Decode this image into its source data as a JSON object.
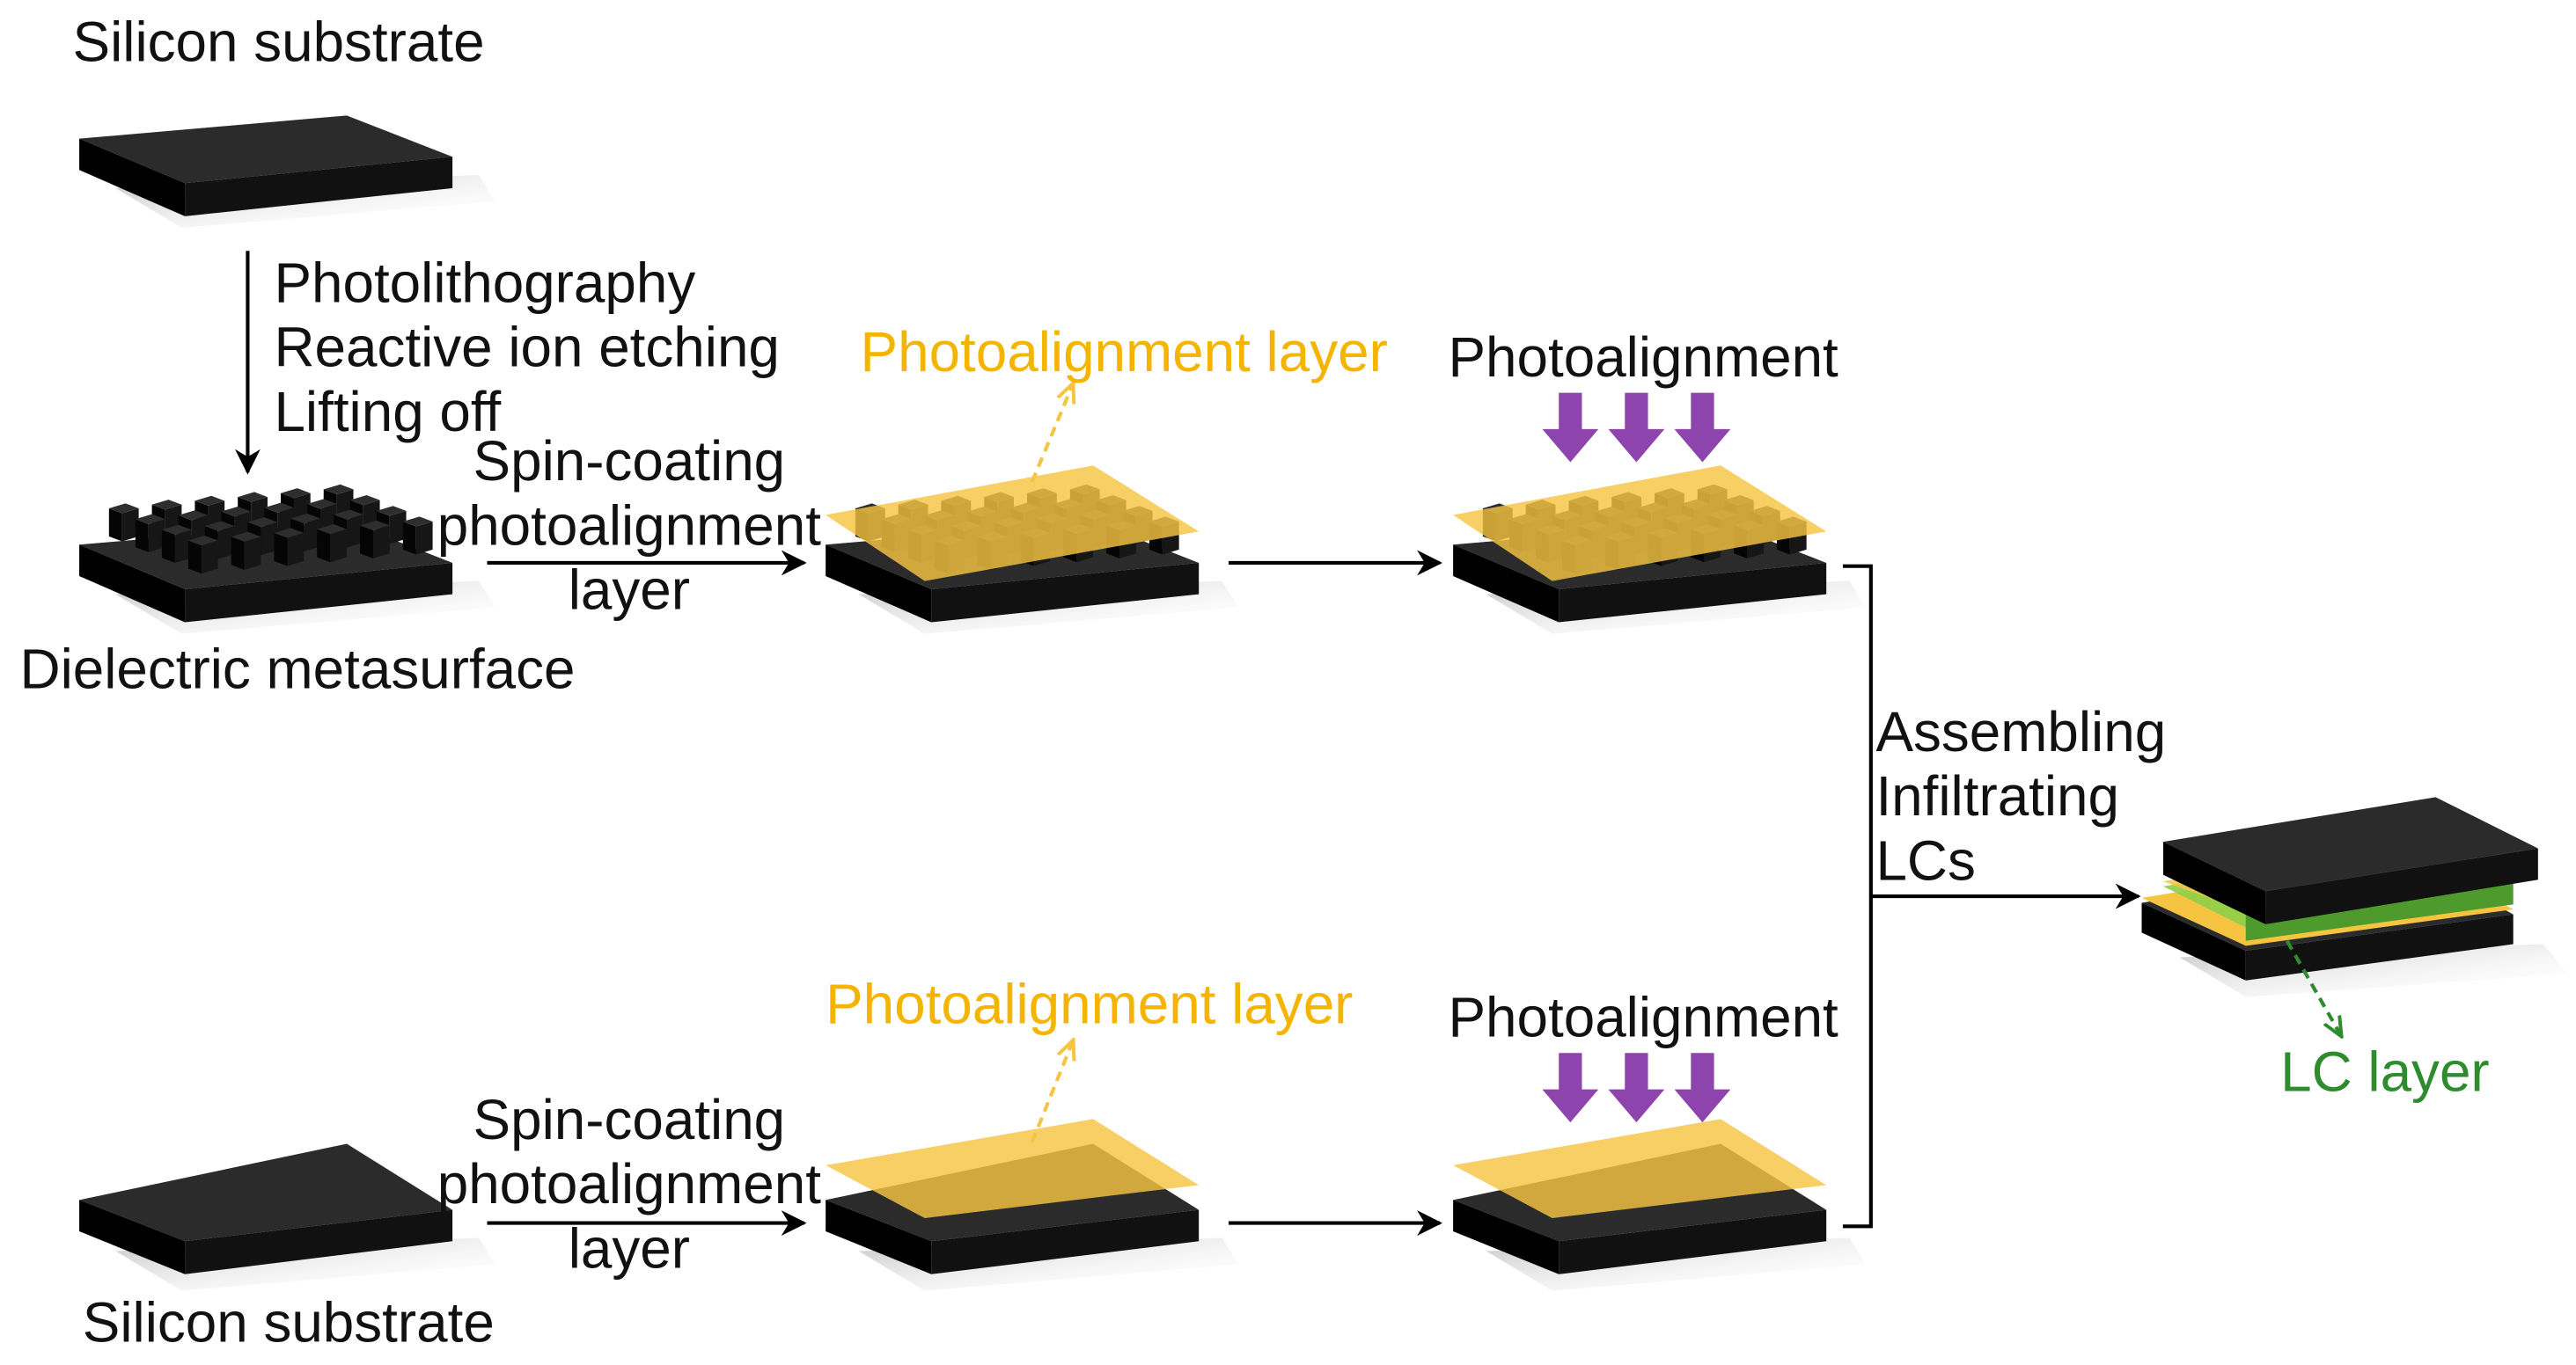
{
  "labels": {
    "silicon_substrate_top": "Silicon substrate",
    "process_step_1": "Photolithography",
    "process_step_2": "Reactive ion etching",
    "process_step_3": "Lifting off",
    "dielectric_metasurface": "Dielectric metasurface",
    "spin_coating_top": [
      "Spin-coating",
      "photoalignment",
      "layer"
    ],
    "photoalignment_layer_top": "Photoalignment layer",
    "photoalignment_top": "Photoalignment",
    "assembling_steps": [
      "Assembling",
      "Infiltrating",
      "LCs"
    ],
    "lc_layer": "LC layer",
    "spin_coating_bottom": [
      "Spin-coating",
      "photoalignment",
      "layer"
    ],
    "photoalignment_layer_bottom": "Photoalignment layer",
    "photoalignment_bottom": "Photoalignment",
    "silicon_substrate_bottom": "Silicon substrate"
  },
  "colors": {
    "substrate_top": "#2b2b2b",
    "substrate_front": "#0a0a0a",
    "substrate_side": "#000000",
    "photoalignment_layer": "#f5c542",
    "lc_layer": "#8fce4a",
    "uv_arrow": "#8e44ad",
    "orange_text": "#f5b400",
    "green_text": "#2e8b2e"
  }
}
